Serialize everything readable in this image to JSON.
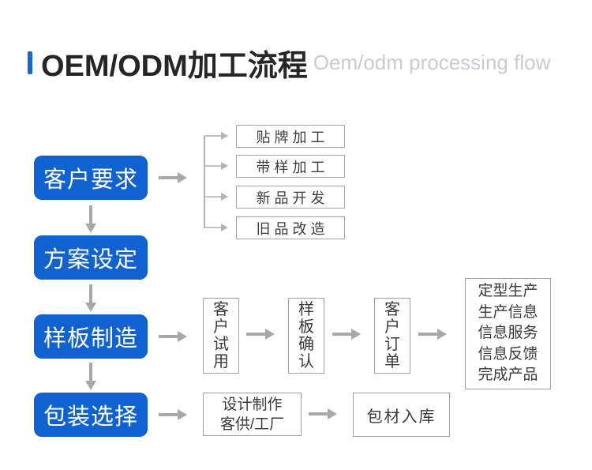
{
  "header": {
    "title": "OEM/ODM加工流程",
    "subtitle": "Oem/odm processing flow"
  },
  "steps": [
    {
      "label": "客户要求"
    },
    {
      "label": "方案设定"
    },
    {
      "label": "样板制造"
    },
    {
      "label": "包装选择"
    }
  ],
  "branches": [
    {
      "label": "贴牌加工"
    },
    {
      "label": "带样加工"
    },
    {
      "label": "新品开发"
    },
    {
      "label": "旧品改造"
    }
  ],
  "sample_flow": [
    {
      "label": "客户试用"
    },
    {
      "label": "样板确认"
    },
    {
      "label": "客户订单"
    }
  ],
  "production": {
    "lines": [
      "定型生产",
      "生产信息",
      "信息服务",
      "信息反馈",
      "完成产品"
    ]
  },
  "packaging": {
    "design_line1": "设计制作",
    "design_line2": "客供/工厂",
    "warehouse": "包材入库"
  },
  "colors": {
    "accent_blue": "#1062d0",
    "accent_bar_blue": "#1668d9",
    "arrow_gray": "#a8a8a8",
    "branch_gray": "#b2b2b2",
    "border_gray": "#9e9e9e",
    "title_text": "#262626",
    "subtitle_text": "#c7ccd3",
    "box_text": "#3a3a3a"
  }
}
